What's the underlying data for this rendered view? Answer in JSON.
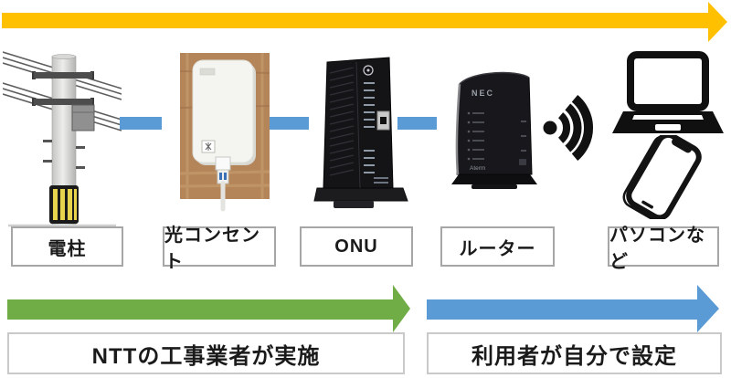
{
  "top_arrow": {
    "color": "#FFC000"
  },
  "connectors": {
    "dash_color": "#5B9BD5"
  },
  "flow": {
    "devices": [
      {
        "label": "電柱",
        "icon": "utility-pole-icon"
      },
      {
        "label": "光コンセント",
        "icon": "optical-outlet-photo"
      },
      {
        "label": "ONU",
        "icon": "onu-photo"
      },
      {
        "label": "ルーター",
        "icon": "router-photo",
        "brand": "NEC",
        "sub_brand": "Aterm"
      },
      {
        "label": "パソコンなど",
        "icon": "laptop-phone-wifi-icons"
      }
    ]
  },
  "phases": [
    {
      "caption": "NTTの工事業者が実施",
      "arrow_color": "#70AD47"
    },
    {
      "caption": "利用者が自分で設定",
      "arrow_color": "#5B9BD5"
    }
  ]
}
